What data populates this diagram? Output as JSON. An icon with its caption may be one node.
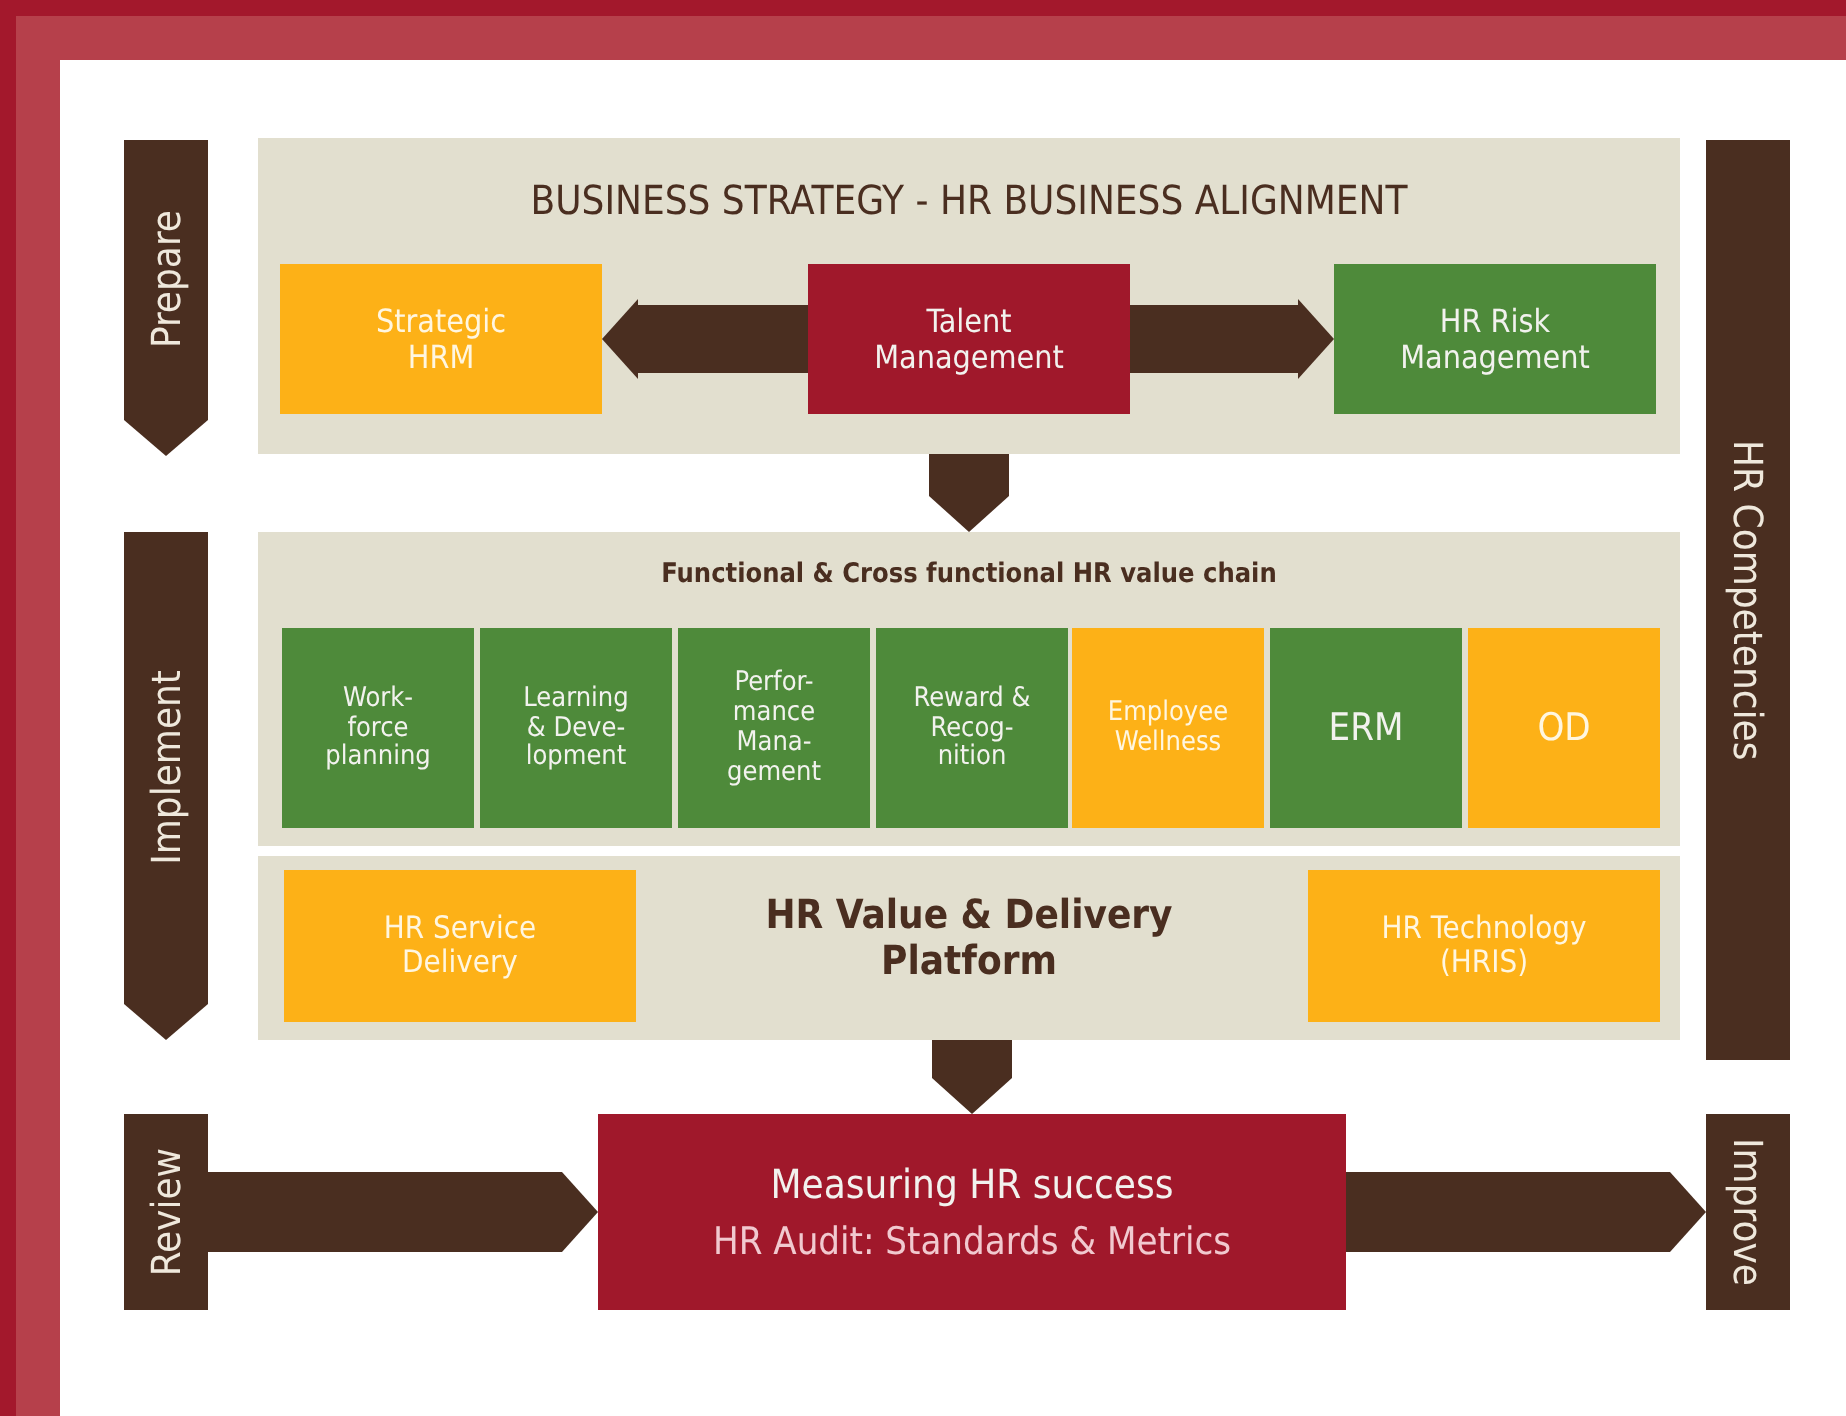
{
  "diagram": {
    "nodes": [
      {
        "text": [
          "Prepare"
        ]
      },
      {
        "text": [
          "Implement"
        ]
      },
      {
        "text": [
          "Review"
        ]
      },
      {
        "text": [
          "HR Competencies"
        ]
      },
      {
        "text": [
          "Improve"
        ]
      },
      {
        "text": [
          "BUSINESS STRATEGY - HR BUSINESS ALIGNMENT"
        ]
      },
      {
        "text": [
          "Strategic HRM"
        ],
        "in": 5
      },
      {
        "text": [
          "Talent Management"
        ],
        "in": 5
      },
      {
        "text": [
          "HR Risk Management"
        ],
        "in": 5
      },
      {
        "text": [
          "Functional & Cross functional HR value chain"
        ]
      },
      {
        "text": [
          "Work- force planning"
        ],
        "in": 9
      },
      {
        "text": [
          "Learning & Deve- lopment"
        ],
        "in": 9
      },
      {
        "text": [
          "Perfor- mance Mana- gement"
        ],
        "in": 9
      },
      {
        "text": [
          "Reward & Recog- nition"
        ],
        "in": 9
      },
      {
        "text": [
          "Employee Wellness"
        ],
        "in": 9
      },
      {
        "text": [
          "ERM"
        ],
        "in": 9
      },
      {
        "text": [
          "OD"
        ],
        "in": 9
      },
      {
        "text": [
          "HR Value & Delivery Platform"
        ]
      },
      {
        "text": [
          "HR Service Delivery"
        ],
        "in": 17
      },
      {
        "text": [
          "HR Technology (HRIS)"
        ],
        "in": 17
      },
      {
        "text": [
          "Measuring HR success",
          "HR Audit: Standards & Metrics"
        ]
      }
    ],
    "edges": [
      {
        "from": 7,
        "to": 6,
        "arrow": "to"
      },
      {
        "from": 7,
        "to": 8,
        "arrow": "to"
      },
      {
        "from": 5,
        "to": 9,
        "arrow": "to"
      },
      {
        "from": 17,
        "to": 20,
        "arrow": "to"
      },
      {
        "from": 2,
        "to": 20,
        "arrow": "to"
      },
      {
        "from": 20,
        "to": 4,
        "arrow": "to"
      }
    ]
  }
}
